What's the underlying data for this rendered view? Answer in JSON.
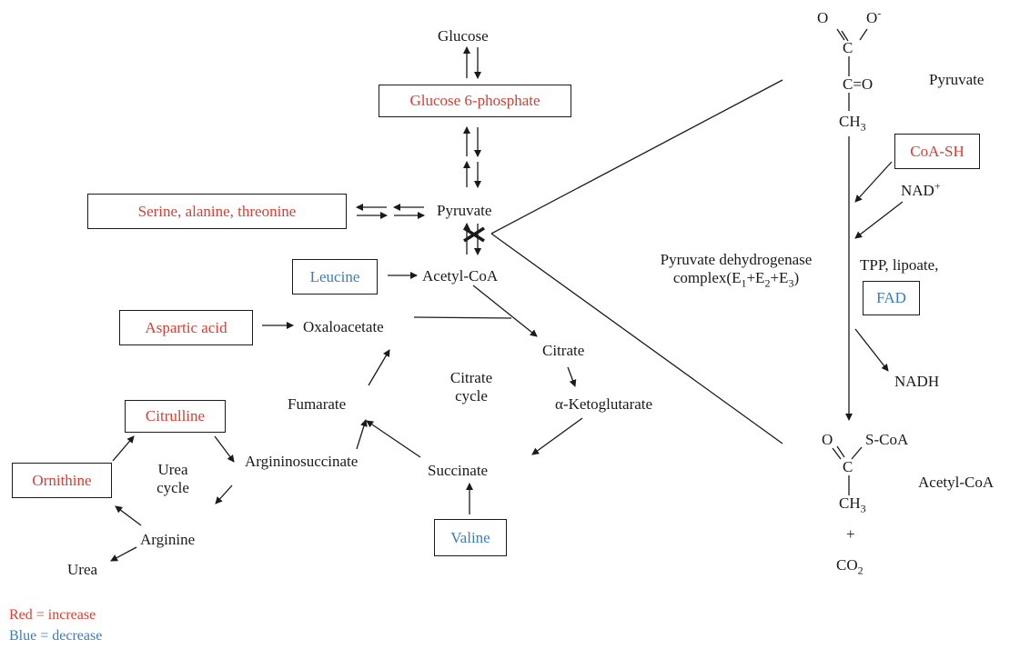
{
  "metabolites": {
    "glucose": "Glucose",
    "pyruvate": "Pyruvate",
    "acetyl_coa": "Acetyl-CoA",
    "oxaloacetate": "Oxaloacetate",
    "citrate": "Citrate",
    "alpha_kg": "α-Ketoglutarate",
    "succinate": "Succinate",
    "fumarate": "Fumarate",
    "argininosuccinate": "Argininosuccinate",
    "arginine": "Arginine",
    "urea": "Urea"
  },
  "cycles": {
    "citrate_l1": "Citrate",
    "citrate_l2": "cycle",
    "urea_l1": "Urea",
    "urea_l2": "cycle"
  },
  "boxes": {
    "g6p": "Glucose 6-phosphate",
    "ser_ala_thr": "Serine, alanine, threonine",
    "leucine": "Leucine",
    "aspartic": "Aspartic acid",
    "citrulline": "Citrulline",
    "ornithine": "Ornithine",
    "valine": "Valine",
    "coa_sh": "CoA-SH",
    "fad": "FAD"
  },
  "reaction": {
    "pyruvate_label": "Pyruvate",
    "acetyl_label": "Acetyl-CoA",
    "o": "O",
    "o_minus": "O",
    "minus": "-",
    "c": "C",
    "eq_o": "=O",
    "ch": "CH",
    "three": "3",
    "s_coa": "S-CoA",
    "plus": "+",
    "co": "CO",
    "two": "2",
    "nad": "NAD",
    "nad_sup": "+",
    "nadh": "NADH",
    "tpp": "TPP, lipoate,",
    "pdh_l1": "Pyruvate dehydrogenase",
    "pdh_l2_a": "complex(E",
    "pdh_s1": "1",
    "pdh_l2_b": "+E",
    "pdh_s2": "2",
    "pdh_l2_c": "+E",
    "pdh_s3": "3",
    "pdh_l2_d": ")"
  },
  "legend": {
    "red": "Red = increase",
    "blue": "Blue = decrease"
  },
  "colors": {
    "increase": "#e03b30",
    "decrease": "#3a7dbf",
    "ink": "#1a1a1a"
  }
}
